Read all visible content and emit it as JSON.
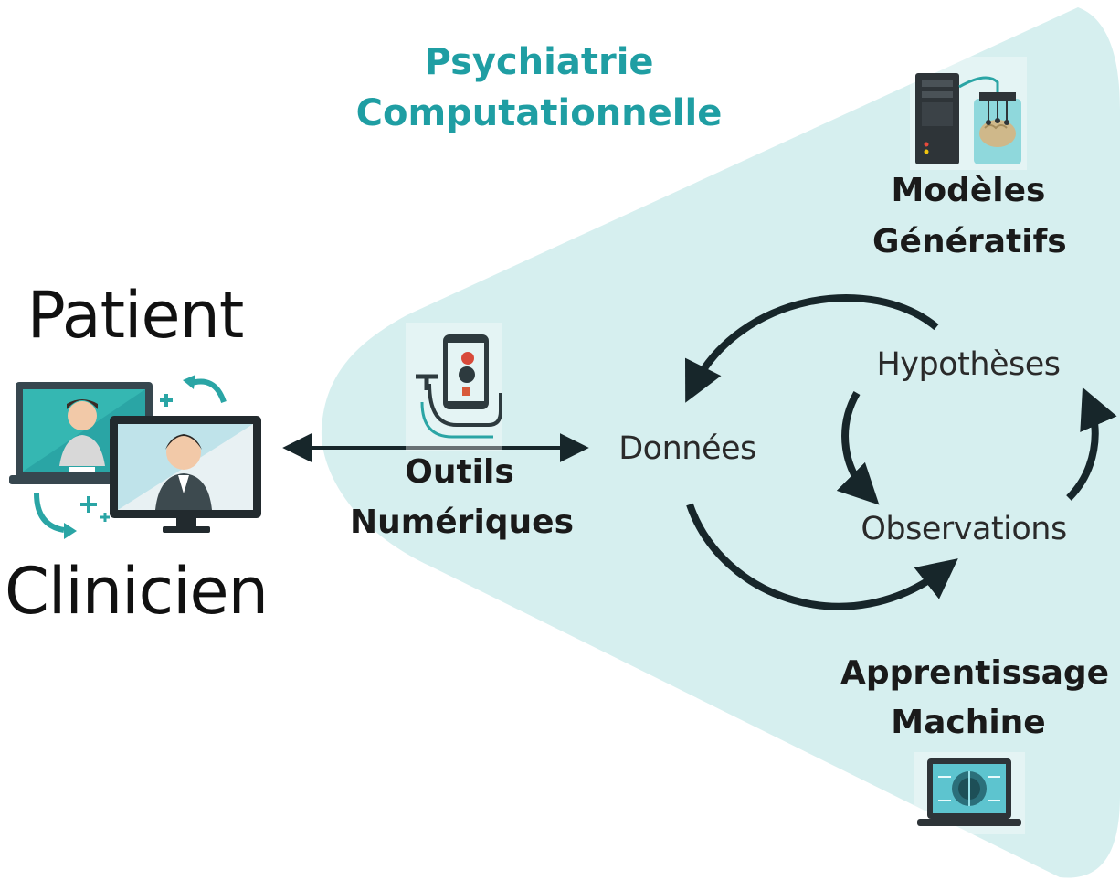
{
  "title": {
    "line1": "Psychiatrie",
    "line2": "Computationnelle"
  },
  "left": {
    "top_label": "Patient",
    "bottom_label": "Clinicien",
    "icon": "telemedicine-video-call-icon"
  },
  "tools": {
    "line1": "Outils",
    "line2": "Numériques",
    "icon": "smartphone-stethoscope-icon"
  },
  "models": {
    "line1": "Modèles",
    "line2": "Génératifs",
    "icon": "server-brain-icon"
  },
  "learning": {
    "line1": "Apprentissage",
    "line2": "Machine",
    "icon": "laptop-circuit-brain-icon"
  },
  "cycle": {
    "data": "Données",
    "hypotheses": "Hypothèses",
    "observations": "Observations"
  },
  "colors": {
    "accent": "#1f9ea3",
    "cone_fill": "#d6efef",
    "arrow": "#17262a"
  }
}
